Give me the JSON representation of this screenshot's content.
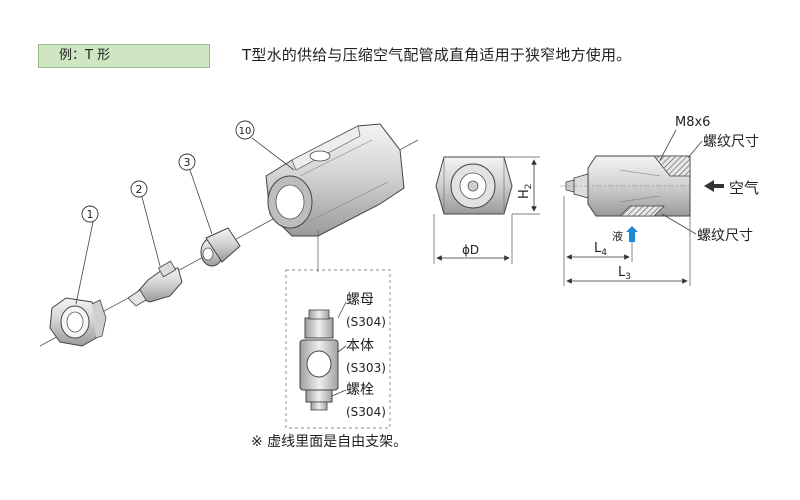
{
  "example_label": "例：T 形",
  "headline": "T型水的供给与压缩空气配管成直角适用于狭窄地方使用。",
  "callouts": {
    "c1": "1",
    "c2": "2",
    "c3": "3",
    "c10": "10"
  },
  "parts": {
    "nut": "螺母",
    "nut_mat": "(S304)",
    "body": "本体",
    "body_mat": "(S303)",
    "bolt": "螺栓",
    "bolt_mat": "(S304)"
  },
  "note": "※ 虚线里面是自由支架。",
  "front_view": {
    "h2": "H",
    "h2_sub": "2",
    "dia": "ϕD"
  },
  "side_view": {
    "m8x6": "M8x6",
    "thread_top": "螺纹尺寸",
    "air": "空气",
    "liquid": "液",
    "thread_bottom": "螺纹尺寸",
    "l4": "L",
    "l4_sub": "4",
    "l3": "L",
    "l3_sub": "3"
  }
}
